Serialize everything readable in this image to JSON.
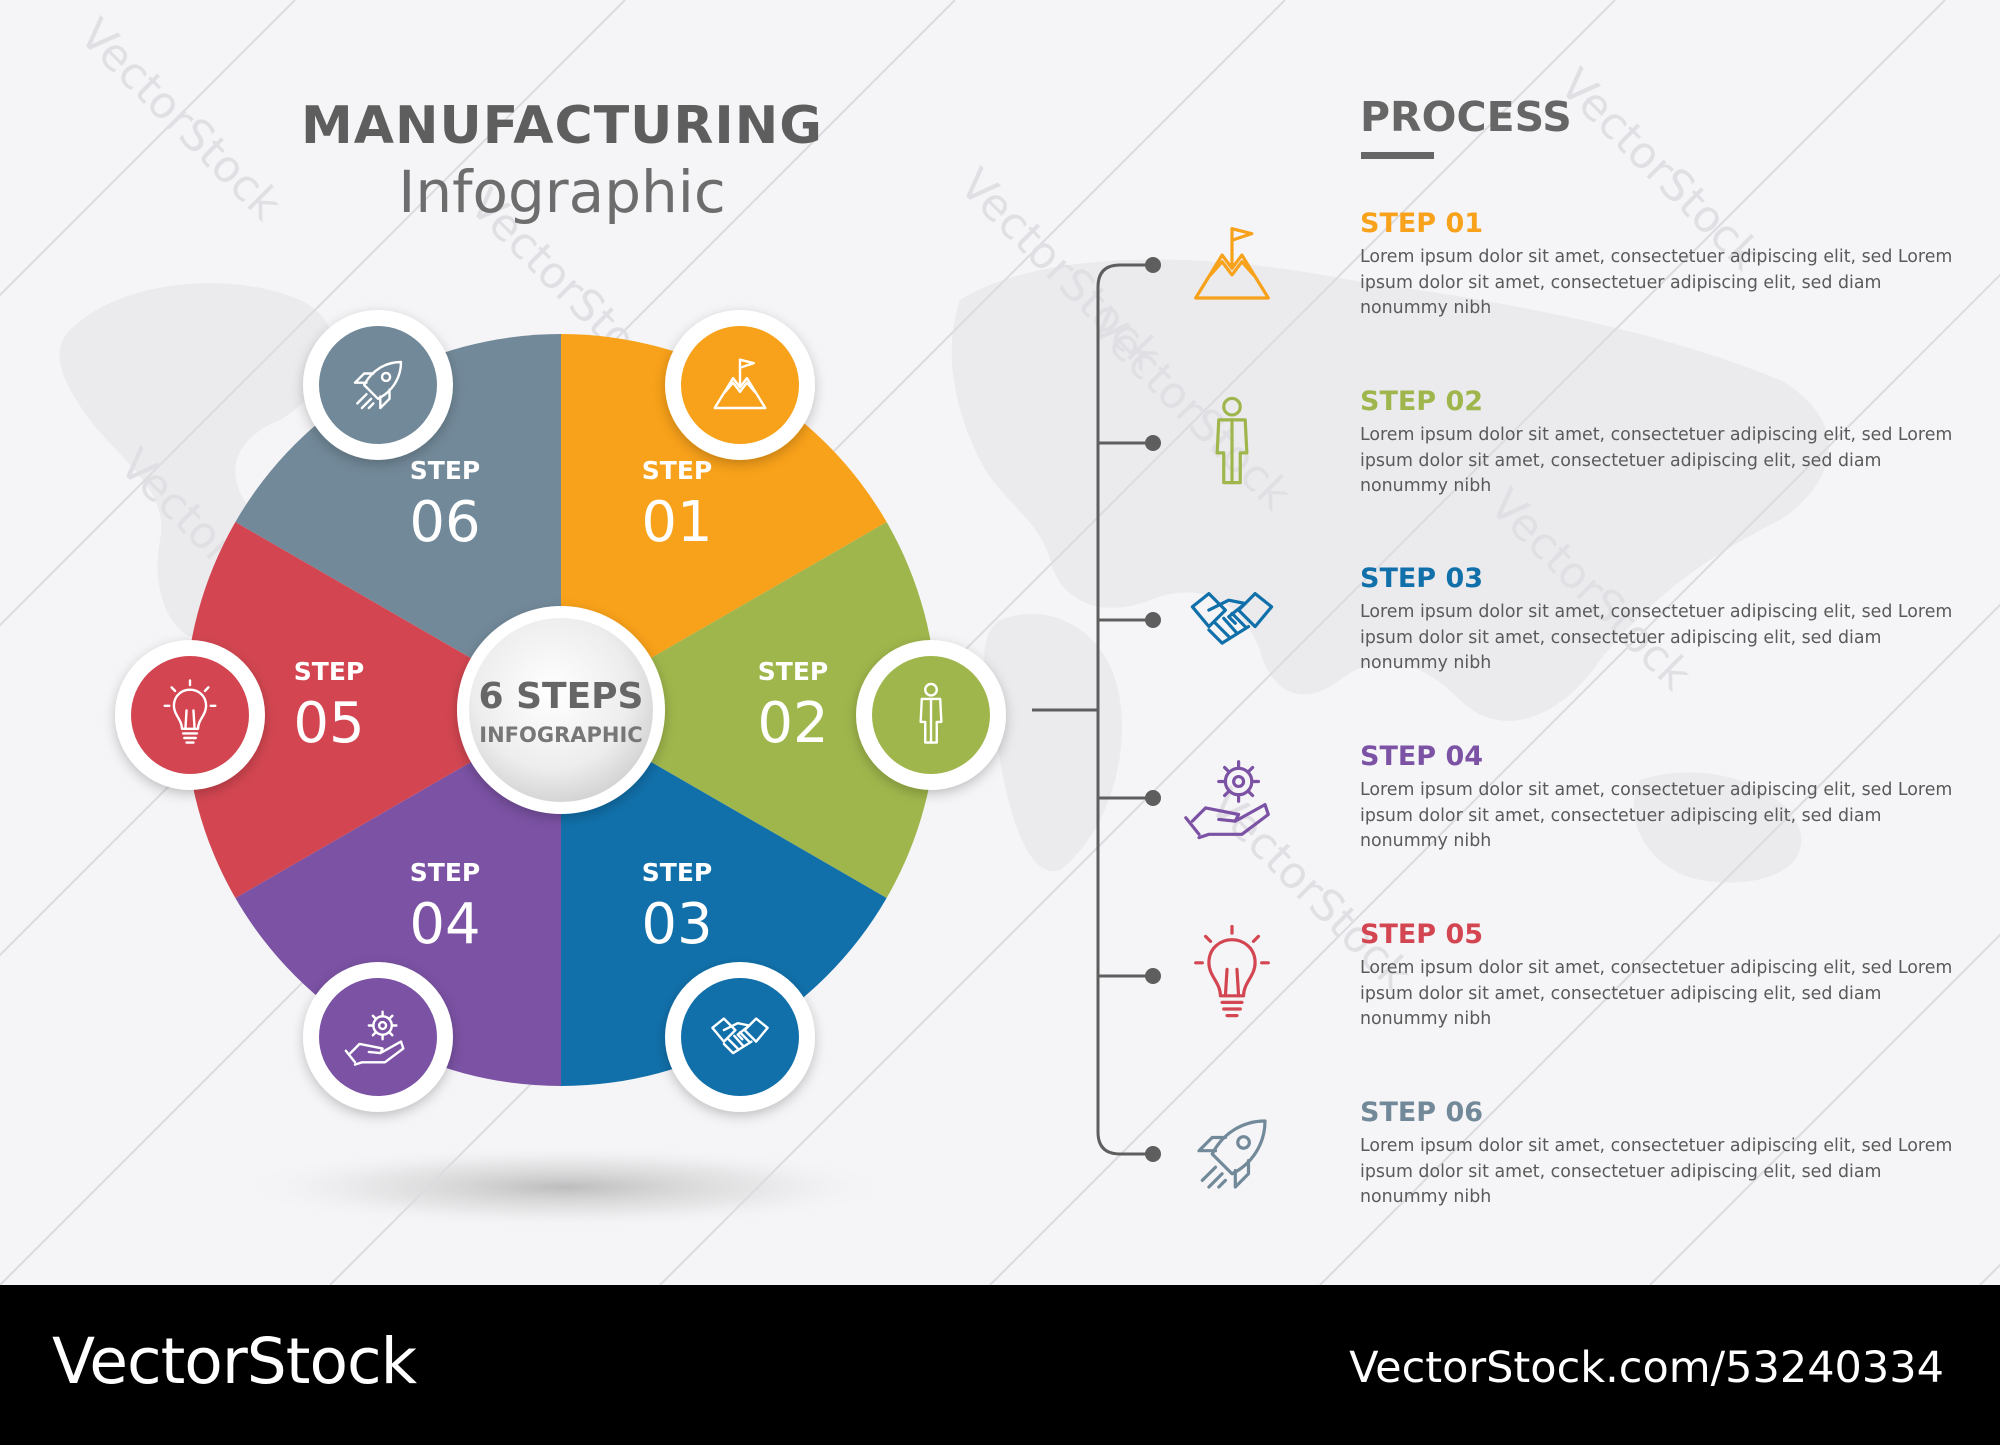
{
  "title": {
    "main": "MANUFACTURING",
    "sub": "Infographic"
  },
  "center": {
    "line1": "6 STEPS",
    "line2": "INFOGRAPHIC"
  },
  "process": {
    "title": "PROCESS",
    "steps": [
      {
        "label": "STEP",
        "num": "01",
        "title": "STEP 01",
        "desc": "Lorem ipsum dolor sit amet, consectetuer adipiscing elit, sed Lorem ipsum dolor sit amet, consectetuer adipiscing elit, sed diam nonummy nibh",
        "color": "#f8a11a",
        "icon": "mountain-flag-icon"
      },
      {
        "label": "STEP",
        "num": "02",
        "title": "STEP 02",
        "desc": "Lorem ipsum dolor sit amet, consectetuer adipiscing elit, sed Lorem ipsum dolor sit amet, consectetuer adipiscing elit, sed diam nonummy nibh",
        "color": "#9fb64c",
        "icon": "person-icon"
      },
      {
        "label": "STEP",
        "num": "03",
        "title": "STEP 03",
        "desc": "Lorem ipsum dolor sit amet, consectetuer adipiscing elit, sed Lorem ipsum dolor sit amet, consectetuer adipiscing elit, sed diam nonummy nibh",
        "color": "#1170aa",
        "icon": "handshake-icon"
      },
      {
        "label": "STEP",
        "num": "04",
        "title": "STEP 04",
        "desc": "Lorem ipsum dolor sit amet, consectetuer adipiscing elit, sed Lorem ipsum dolor sit amet, consectetuer adipiscing elit, sed diam nonummy nibh",
        "color": "#7b52a4",
        "icon": "hand-gear-icon"
      },
      {
        "label": "STEP",
        "num": "05",
        "title": "STEP 05",
        "desc": "Lorem ipsum dolor sit amet, consectetuer adipiscing elit, sed Lorem ipsum dolor sit amet, consectetuer adipiscing elit, sed diam nonummy nibh",
        "color": "#d34651",
        "icon": "lightbulb-icon"
      },
      {
        "label": "STEP",
        "num": "06",
        "title": "STEP 06",
        "desc": "Lorem ipsum dolor sit amet, consectetuer adipiscing elit, sed Lorem ipsum dolor sit amet, consectetuer adipiscing elit, sed diam nonummy nibh",
        "color": "#728999",
        "icon": "rocket-icon"
      }
    ]
  },
  "watermark": "VectorStock",
  "footer": {
    "brand": "VectorStock",
    "url": "VectorStock.com/53240334"
  }
}
